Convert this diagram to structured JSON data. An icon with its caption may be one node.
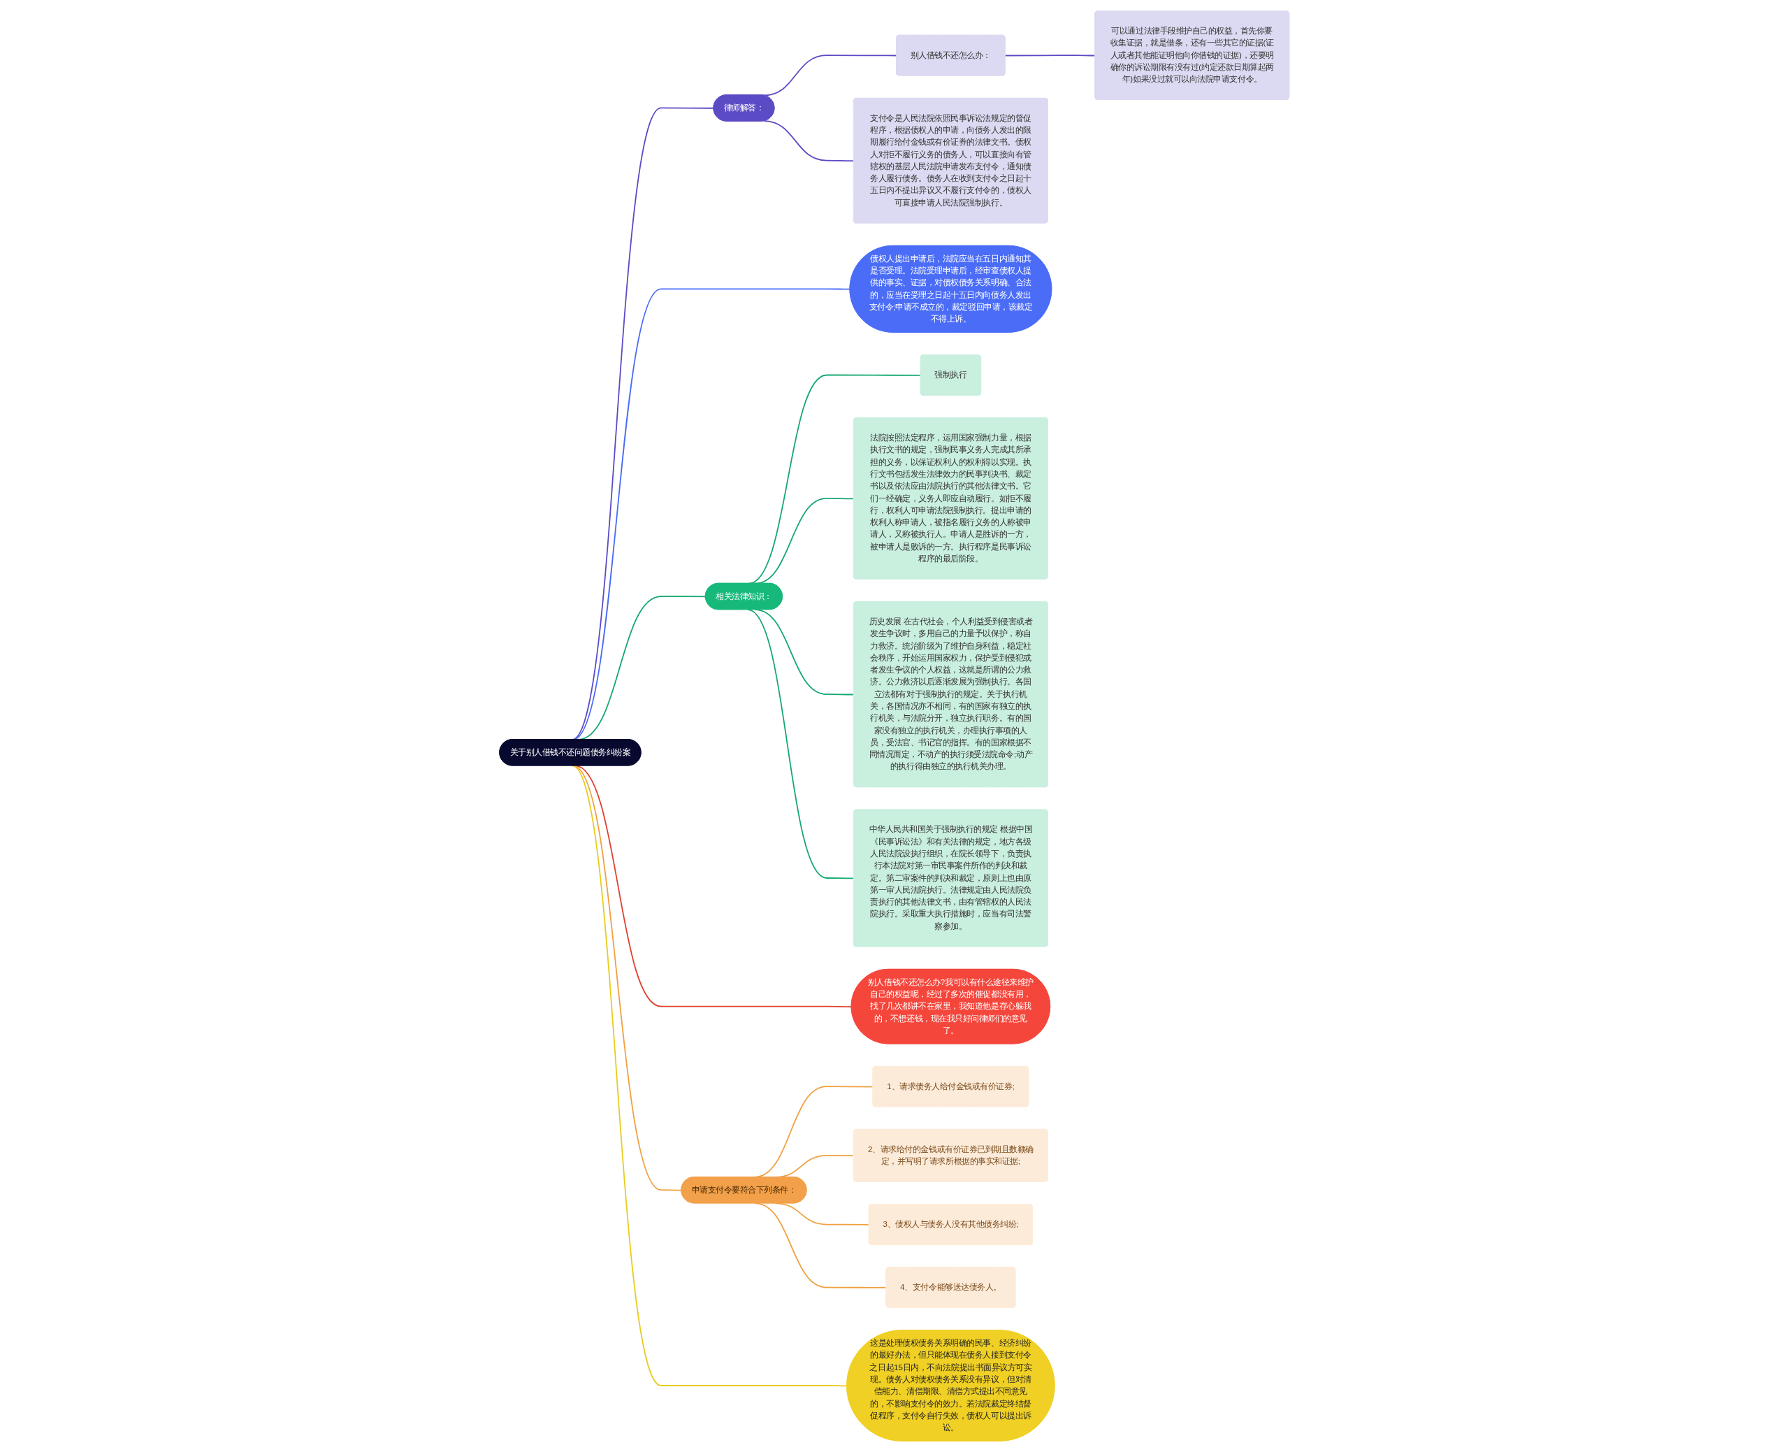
{
  "diagram": {
    "nodes": [
      {
        "text": [
          "关于别人借钱不还问题债务纠纷案"
        ]
      },
      {
        "text": [
          "律师解答："
        ]
      },
      {
        "text": [
          "别人借钱不还怎么办："
        ]
      },
      {
        "text": [
          "可以通过法律手段维护自己的权益，首先你要收集证据，就是借条，还有一些其它的证据(证人或者其他能证明他向你借钱的证据)，还要明确你的诉讼期限有没有过(约定还款日期算起两年)如果没过就可以向法院申请支付令。"
        ]
      },
      {
        "text": [
          "支付令是人民法院依照民事诉讼法规定的督促程序，根据债权人的申请，向债务人发出的限期履行给付金钱或有价证券的法律文书。债权人对拒不履行义务的债务人，可以直接向有管辖权的基层人民法院申请发布支付令，通知债务人履行债务。债务人在收到支付令之日起十五日内不提出异议又不履行支付令的，债权人可直接申请人民法院强制执行。"
        ]
      },
      {
        "text": [
          "债权人提出申请后，法院应当在五日内通知其是否受理。法院受理申请后，经审查债权人提供的事实、证据，对债权债务关系明确、合法的，应当在受理之日起十五日内向债务人发出支付令;申请不成立的，裁定驳回申请，该裁定不得上诉。"
        ]
      },
      {
        "text": [
          "相关法律知识："
        ]
      },
      {
        "text": [
          "强制执行"
        ]
      },
      {
        "text": [
          "法院按照法定程序，运用国家强制力量，根据执行文书的规定，强制民事义务人完成其所承担的义务，以保证权利人的权利得以实现。执行文书包括发生法律效力的民事判决书、裁定书以及依法应由法院执行的其他法律文书。它们一经确定，义务人即应自动履行。如拒不履行，权利人可申请法院强制执行。提出申请的权利人称申请人，被指名履行义务的人称被申请人，又称被执行人。申请人是胜诉的一方，被申请人是败诉的一方。执行程序是民事诉讼程序的最后阶段。"
        ]
      },
      {
        "text": [
          "历史发展 在古代社会，个人利益受到侵害或者发生争议时，多用自己的力量予以保护，称自力救济。统治阶级为了维护自身利益，稳定社会秩序，开始运用国家权力，保护受到侵犯或者发生争议的个人权益，这就是所谓的公力救济。公力救济以后逐渐发展为强制执行。各国立法都有对于强制执行的规定。关于执行机关，各国情况亦不相同，有的国家有独立的执行机关，与法院分开，独立执行职务。有的国家没有独立的执行机关，办理执行事项的人员，受法官、书记官的指挥。有的国家根据不同情况而定，不动产的执行须受法院命令;动产的执行得由独立的执行机关办理。"
        ]
      },
      {
        "text": [
          "中华人民共和国关于强制执行的规定 根据中国《民事诉讼法》和有关法律的规定，地方各级人民法院设执行组织，在院长领导下，负责执行本法院对第一审民事案件所作的判决和裁定。第二审案件的判决和裁定，原则上也由原第一审人民法院执行。法律规定由人民法院负责执行的其他法律文书，由有管辖权的人民法院执行。采取重大执行措施时，应当有司法警察参加。"
        ]
      },
      {
        "text": [
          "别人借钱不还怎么办?我可以有什么途径来维护自己的权益呢，经过了多次的催促都没有用，找了几次都讲不在家里，我知道他是存心躲我的，不想还钱，现在我只好问律师们的意见了。"
        ]
      },
      {
        "text": [
          "申请支付令要符合下列条件："
        ]
      },
      {
        "text": [
          "1、请求债务人给付金钱或有价证券;"
        ]
      },
      {
        "text": [
          "2、请求给付的金钱或有价证券已到期且数额确定，并写明了请求所根据的事实和证据;"
        ]
      },
      {
        "text": [
          "3、债权人与债务人没有其他债务纠纷;"
        ]
      },
      {
        "text": [
          "4、支付令能够送达债务人。"
        ]
      },
      {
        "text": [
          "这是处理债权债务关系明确的民事、经济纠纷的最好办法，但只能体现在债务人接到支付令之日起15日内，不向法院提出书面异议方可实现。债务人对债权债务关系没有异议，但对清偿能力、清偿期限、清偿方式提出不同意见的，不影响支付令的效力。若法院裁定终结督促程序，支付令自行失效，债权人可以提出诉讼。"
        ]
      }
    ],
    "edges": [
      {
        "from": 0,
        "to": 1,
        "arrow": "none",
        "color": "#5b4bc4"
      },
      {
        "from": 1,
        "to": 2,
        "arrow": "none",
        "color": "#5b4bc4"
      },
      {
        "from": 2,
        "to": 3,
        "arrow": "none",
        "color": "#5b4bc4"
      },
      {
        "from": 1,
        "to": 4,
        "arrow": "none",
        "color": "#5b4bc4"
      },
      {
        "from": 0,
        "to": 5,
        "arrow": "none",
        "color": "#4a6cf7"
      },
      {
        "from": 0,
        "to": 6,
        "arrow": "none",
        "color": "#16a870"
      },
      {
        "from": 6,
        "to": 7,
        "arrow": "none",
        "color": "#16a870"
      },
      {
        "from": 6,
        "to": 8,
        "arrow": "none",
        "color": "#16a870"
      },
      {
        "from": 6,
        "to": 9,
        "arrow": "none",
        "color": "#16a870"
      },
      {
        "from": 6,
        "to": 10,
        "arrow": "none",
        "color": "#16a870"
      },
      {
        "from": 0,
        "to": 11,
        "arrow": "none",
        "color": "#e0402f"
      },
      {
        "from": 0,
        "to": 12,
        "arrow": "none",
        "color": "#f0a040"
      },
      {
        "from": 12,
        "to": 13,
        "arrow": "none",
        "color": "#f0a040"
      },
      {
        "from": 12,
        "to": 14,
        "arrow": "none",
        "color": "#f0a040"
      },
      {
        "from": 12,
        "to": 15,
        "arrow": "none",
        "color": "#f0a040"
      },
      {
        "from": 12,
        "to": 16,
        "arrow": "none",
        "color": "#f0a040"
      },
      {
        "from": 0,
        "to": 17,
        "arrow": "none",
        "color": "#e8cc20"
      }
    ]
  }
}
